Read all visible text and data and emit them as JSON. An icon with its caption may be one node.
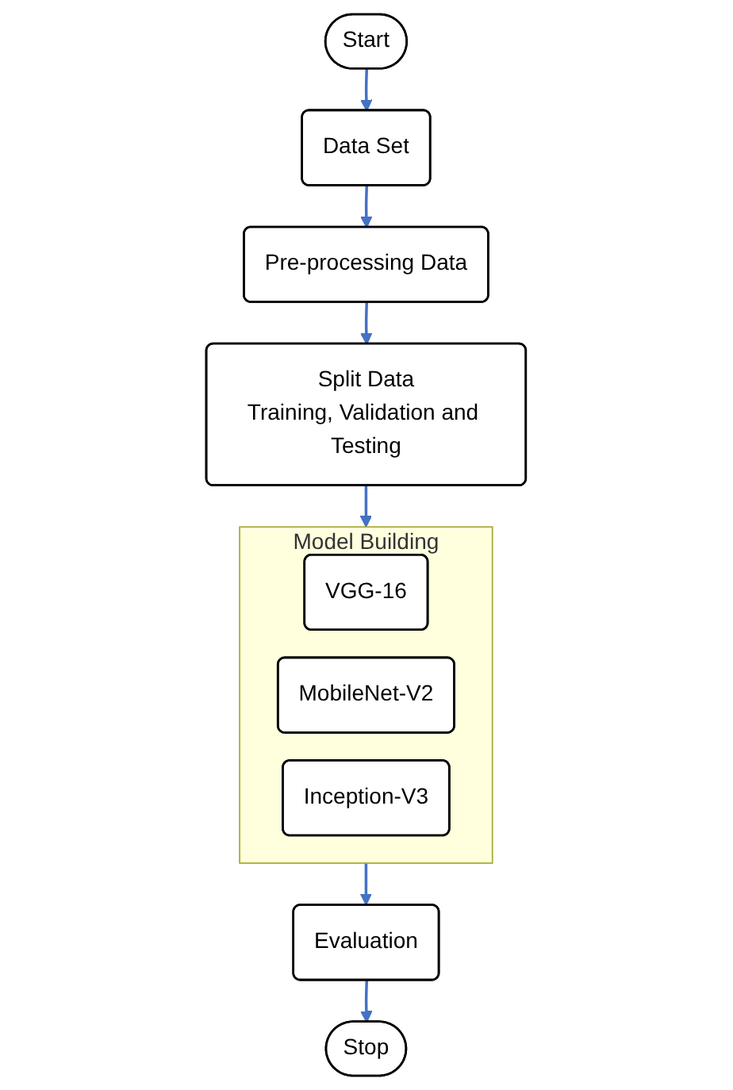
{
  "diagram": {
    "nodes": [
      {
        "text": [
          "Start"
        ]
      },
      {
        "text": [
          "Data Set"
        ]
      },
      {
        "text": [
          "Pre-processing Data"
        ]
      },
      {
        "text": [
          "Split Data",
          "Training, Validation and Testing"
        ]
      },
      {
        "text": [
          "Model Building"
        ]
      },
      {
        "text": [
          "VGG-16"
        ],
        "in": 4
      },
      {
        "text": [
          "MobileNet-V2"
        ],
        "in": 4
      },
      {
        "text": [
          "Inception-V3"
        ],
        "in": 4
      },
      {
        "text": [
          "Evaluation"
        ]
      },
      {
        "text": [
          "Stop"
        ]
      }
    ],
    "edges": [
      {
        "from": 0,
        "to": 1,
        "arrow": "to"
      },
      {
        "from": 1,
        "to": 2,
        "arrow": "to"
      },
      {
        "from": 2,
        "to": 3,
        "arrow": "to"
      },
      {
        "from": 3,
        "to": 4,
        "arrow": "to"
      },
      {
        "from": 4,
        "to": 8,
        "arrow": "to"
      },
      {
        "from": 8,
        "to": 9,
        "arrow": "to"
      }
    ]
  }
}
